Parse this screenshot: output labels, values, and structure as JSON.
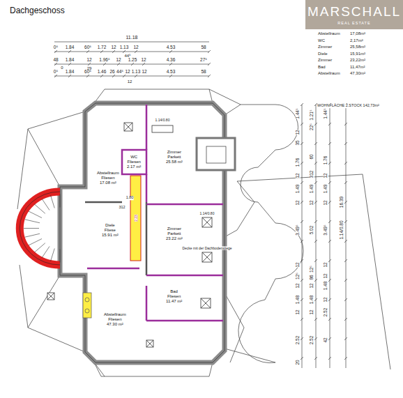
{
  "diagram": {
    "title": "Dachgeschoss",
    "nodes": [
      {
        "text": [
          "Abstellraum",
          "Fliesen",
          "17.08 m²"
        ]
      },
      {
        "text": [
          "WC",
          "Fliesen",
          "2.17 m²"
        ]
      },
      {
        "text": [
          "Zimmer",
          "Parkett",
          "25.58 m²"
        ]
      },
      {
        "text": [
          "Diele",
          "Fliese",
          "15.91 m²"
        ]
      },
      {
        "text": [
          "Zimmer",
          "Parkett",
          "23.22 m²"
        ]
      },
      {
        "text": [
          "Bad",
          "Fliesen",
          "11.47 m²"
        ]
      },
      {
        "text": [
          "Abstellraum",
          "Fliesen",
          "47.30 m²"
        ]
      }
    ],
    "labels": [
      "MARSCHALL",
      "REAL ESTATE",
      "Abstellraum",
      "17,08m²",
      "WC",
      "2,17m²",
      "Zimmer",
      "25,58m²",
      "Diele",
      "15,91m²",
      "Zimmer",
      "23,22m²",
      "Bad",
      "11,47m²",
      "Abstellraum",
      "47,30m²",
      "WOHNFLÄCHE 2.STOCK 142,73m²",
      "11.18",
      "0⁵",
      "1.84",
      "60⁵",
      "1.72",
      "12",
      "1.13",
      "12",
      "4.53",
      "58",
      "44⁵",
      "48",
      "1.84",
      "12",
      "1.96⁵",
      "12",
      "1.25",
      "12",
      "4.36",
      "27⁵",
      "0",
      "29",
      "0⁵",
      "1.84",
      "60⁵",
      "1.46",
      "26",
      "44⁵",
      "12",
      "1.13",
      "12",
      "4.53",
      "58",
      "12",
      "1.44⁵",
      "12",
      "35",
      "1.76",
      "12",
      "1.49",
      "12",
      "3.49⁵",
      "12",
      "12⁵",
      "12",
      "1.48",
      "12",
      "2.52",
      "20",
      "1.21⁵",
      "22⁵",
      "60",
      "312",
      "1.49",
      "12",
      "5.02",
      "12⁵",
      "86",
      "12",
      "1.48",
      "12",
      "2.52",
      "1.44⁵",
      "1.76",
      "12",
      "1.49",
      "12",
      "3.49⁵",
      "12",
      "12",
      "1.48",
      "12",
      "2.52",
      "42",
      "16.39",
      "1.14/0.80",
      "1.14/0.80",
      "1.14/0.80",
      "Decke mit der Dachbodenstiege",
      "2.23",
      "1.80",
      "312"
    ]
  }
}
